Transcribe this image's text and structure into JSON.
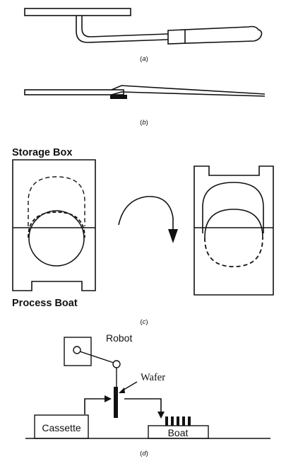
{
  "captions": {
    "a": "a",
    "b": "b",
    "c": "c",
    "d": "d"
  },
  "panel_c": {
    "top_label": "Storage Box",
    "bottom_label": "Process Boat"
  },
  "panel_d": {
    "robot_label": "Robot",
    "wafer_label": "Wafer",
    "cassette_label": "Cassette",
    "boat_label": "Boat"
  }
}
